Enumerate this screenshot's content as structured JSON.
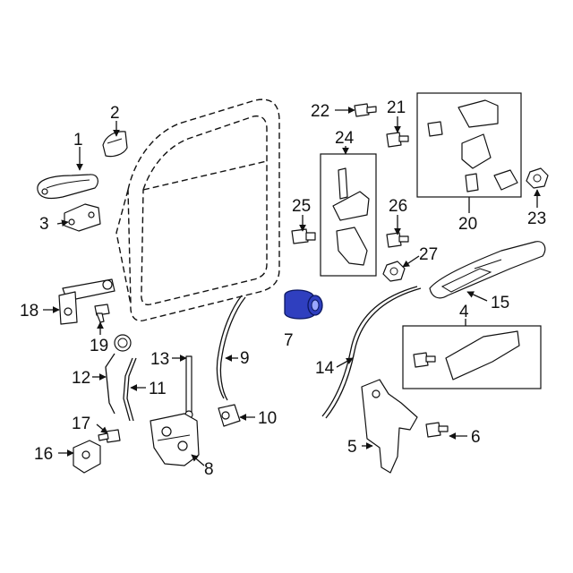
{
  "callouts": [
    {
      "id": "c1",
      "text": "1"
    },
    {
      "id": "c2",
      "text": "2"
    },
    {
      "id": "c3",
      "text": "3"
    },
    {
      "id": "c4",
      "text": "4"
    },
    {
      "id": "c5",
      "text": "5"
    },
    {
      "id": "c6",
      "text": "6"
    },
    {
      "id": "c7",
      "text": "7"
    },
    {
      "id": "c8",
      "text": "8"
    },
    {
      "id": "c9",
      "text": "9"
    },
    {
      "id": "c10",
      "text": "10"
    },
    {
      "id": "c11",
      "text": "11"
    },
    {
      "id": "c12",
      "text": "12"
    },
    {
      "id": "c13",
      "text": "13"
    },
    {
      "id": "c14",
      "text": "14"
    },
    {
      "id": "c15",
      "text": "15"
    },
    {
      "id": "c16",
      "text": "16"
    },
    {
      "id": "c17",
      "text": "17"
    },
    {
      "id": "c18",
      "text": "18"
    },
    {
      "id": "c19",
      "text": "19"
    },
    {
      "id": "c20",
      "text": "20"
    },
    {
      "id": "c21",
      "text": "21"
    },
    {
      "id": "c22",
      "text": "22"
    },
    {
      "id": "c23",
      "text": "23"
    },
    {
      "id": "c24",
      "text": "24"
    },
    {
      "id": "c25",
      "text": "25"
    },
    {
      "id": "c26",
      "text": "26"
    },
    {
      "id": "c27",
      "text": "27"
    }
  ],
  "colors": {
    "highlight_part": "#2f3fbf",
    "line": "#111111",
    "background": "#ffffff"
  },
  "highlighted_part": "7"
}
